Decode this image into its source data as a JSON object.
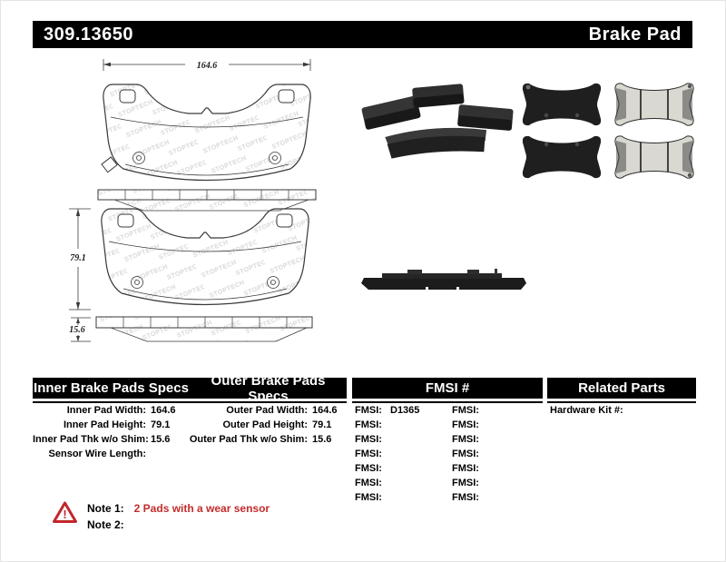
{
  "header": {
    "part_number": "309.13650",
    "product_type": "Brake Pad"
  },
  "diagram": {
    "watermark": "STOPTECH",
    "dim_width": "164.6",
    "dim_height": "79.1",
    "dim_thickness": "15.6"
  },
  "specs": {
    "inner": {
      "title": "Inner Brake Pads Specs",
      "rows": [
        {
          "label": "Inner Pad Width:",
          "value": "164.6"
        },
        {
          "label": "Inner Pad Height:",
          "value": "79.1"
        },
        {
          "label": "Inner Pad Thk w/o Shim:",
          "value": "15.6"
        },
        {
          "label": "Sensor Wire Length:",
          "value": ""
        }
      ]
    },
    "outer": {
      "title": "Outer Brake Pads Specs",
      "rows": [
        {
          "label": "Outer Pad Width:",
          "value": "164.6"
        },
        {
          "label": "Outer Pad Height:",
          "value": "79.1"
        },
        {
          "label": "Outer Pad Thk w/o Shim:",
          "value": "15.6"
        }
      ]
    },
    "fmsi": {
      "title": "FMSI #",
      "col1": [
        {
          "label": "FMSI:",
          "value": "D1365"
        },
        {
          "label": "FMSI:",
          "value": ""
        },
        {
          "label": "FMSI:",
          "value": ""
        },
        {
          "label": "FMSI:",
          "value": ""
        },
        {
          "label": "FMSI:",
          "value": ""
        },
        {
          "label": "FMSI:",
          "value": ""
        },
        {
          "label": "FMSI:",
          "value": ""
        }
      ],
      "col2": [
        {
          "label": "FMSI:",
          "value": ""
        },
        {
          "label": "FMSI:",
          "value": ""
        },
        {
          "label": "FMSI:",
          "value": ""
        },
        {
          "label": "FMSI:",
          "value": ""
        },
        {
          "label": "FMSI:",
          "value": ""
        },
        {
          "label": "FMSI:",
          "value": ""
        },
        {
          "label": "FMSI:",
          "value": ""
        }
      ]
    },
    "related": {
      "title": "Related Parts",
      "rows": [
        {
          "label": "Hardware Kit #:",
          "value": ""
        }
      ]
    }
  },
  "notes": {
    "note1_label": "Note 1:",
    "note1_text": "2 Pads with a wear sensor",
    "note2_label": "Note 2:",
    "note2_text": ""
  },
  "colors": {
    "accent_red": "#c42b2b",
    "bar_black": "#000000"
  }
}
